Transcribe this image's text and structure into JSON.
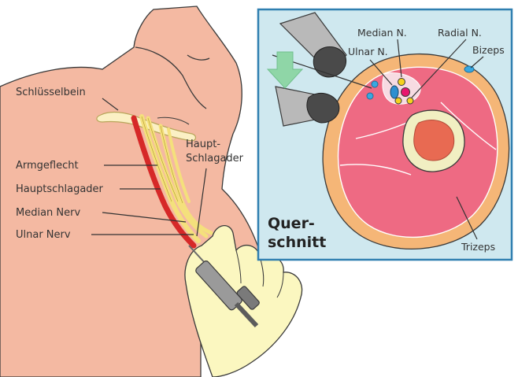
{
  "neck_view": {
    "labels": {
      "clavicle": "Schlüsselbein",
      "plexus": "Armgeflecht",
      "artery": "Hauptschlagader",
      "median_nerve": "Median Nerv",
      "ulnar_nerve": "Ulnar Nerv",
      "artery_callout_line1": "Haupt-",
      "artery_callout_line2": "Schlagader"
    }
  },
  "cross_section": {
    "title_line1": "Quer-",
    "title_line2": "schnitt",
    "labels": {
      "median": "Median N.",
      "radial": "Radial N.",
      "ulnar": "Ulnar N.",
      "biceps": "Bizeps",
      "triceps": "Trizeps"
    }
  },
  "colors": {
    "skin": "#f4b9a2",
    "glove": "#fbf7c0",
    "muscle": "#ee6a83",
    "fat": "#f5b677",
    "panel_bg": "#cfe8ef",
    "panel_border": "#2f7fb0",
    "artery": "#d62828",
    "nerve": "#f4e07c",
    "arrow": "#8fd6a7"
  }
}
